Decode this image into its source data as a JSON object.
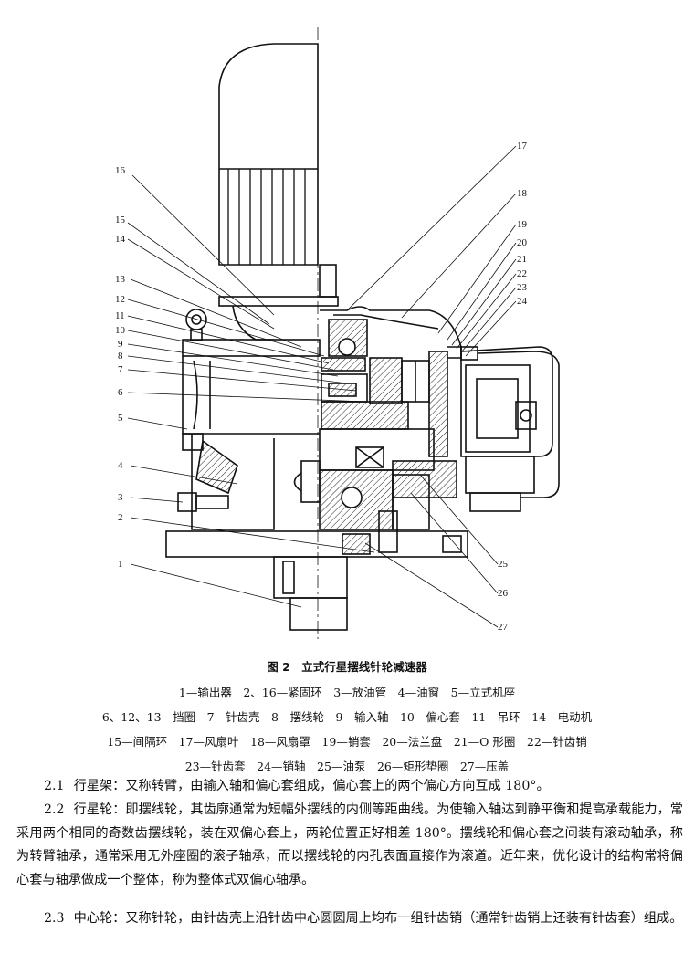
{
  "figure": {
    "callouts": [
      "1",
      "2",
      "3",
      "4",
      "5",
      "6",
      "7",
      "8",
      "9",
      "10",
      "11",
      "12",
      "13",
      "14",
      "15",
      "16",
      "17",
      "18",
      "19",
      "20",
      "21",
      "22",
      "23",
      "24",
      "25",
      "26",
      "27"
    ],
    "caption": "图 2　立式行星摆线针轮减速器",
    "legend": [
      "1—输出器　2、16—紧固环　3—放油管　4—油窗　5—立式机座",
      "6、12、13—挡圈　7—针齿壳　8—摆线轮　9—输入轴　10—偏心套　11—吊环　14—电动机",
      "15—间隔环　17—风扇叶　18—风扇罩　19—销套　20—法兰盘　21—O 形圈　22—针齿销",
      "23—针齿套　24—销轴　25—油泵　26—矩形垫圈　27—压盖"
    ]
  },
  "sections": [
    {
      "num": "2.1",
      "text": "行星架：又称转臂，由输入轴和偏心套组成，偏心套上的两个偏心方向互成 180°。"
    },
    {
      "num": "2.2",
      "text": "行星轮：即摆线轮，其齿廓通常为短幅外摆线的内侧等距曲线。为使输入轴达到静平衡和提高承载能力，常采用两个相同的奇数齿摆线轮，装在双偏心套上，两轮位置正好相差 180°。摆线轮和偏心套之间装有滚动轴承，称为转臂轴承，通常采用无外座圈的滚子轴承，而以摆线轮的内孔表面直接作为滚道。近年来，优化设计的结构常将偏心套与轴承做成一个整体，称为整体式双偏心轴承。"
    },
    {
      "num": "2.3",
      "text": "中心轮：又称针轮，由针齿壳上沿针齿中心圆圆周上均布一组针齿销（通常针齿销上还装有针齿套）组成。"
    }
  ]
}
